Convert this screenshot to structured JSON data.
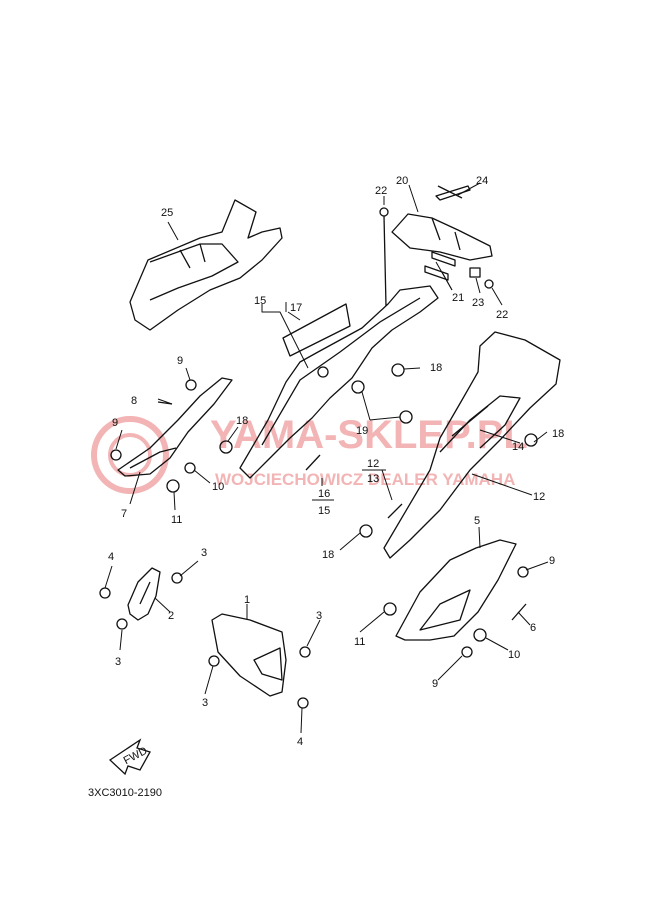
{
  "diagram_code": "3XC3010-2190",
  "fwd_label": "FWD",
  "watermark": {
    "brand": "YAMA-SKLEP.PL",
    "subline": "WOJCIECHOWICZ DEALER YAMAHA",
    "color": "#e35a5a"
  },
  "callouts": {
    "c1": "1",
    "c2": "2",
    "c3a": "3",
    "c3b": "3",
    "c3c": "3",
    "c3d": "3",
    "c4a": "4",
    "c4b": "4",
    "c5": "5",
    "c6": "6",
    "c7": "7",
    "c8": "8",
    "c9a": "9",
    "c9b": "9",
    "c9c": "9",
    "c9d": "9",
    "c10a": "10",
    "c10b": "10",
    "c11a": "11",
    "c11b": "11",
    "c12a": "12",
    "c12b": "12",
    "c13": "13",
    "c14": "14",
    "c15a": "15",
    "c15b": "15",
    "c16": "16",
    "c17": "17",
    "c18a": "18",
    "c18b": "18",
    "c18c": "18",
    "c18d": "18",
    "c19": "19",
    "c20": "20",
    "c21": "21",
    "c22a": "22",
    "c22b": "22",
    "c23": "23",
    "c24": "24",
    "c25": "25"
  }
}
